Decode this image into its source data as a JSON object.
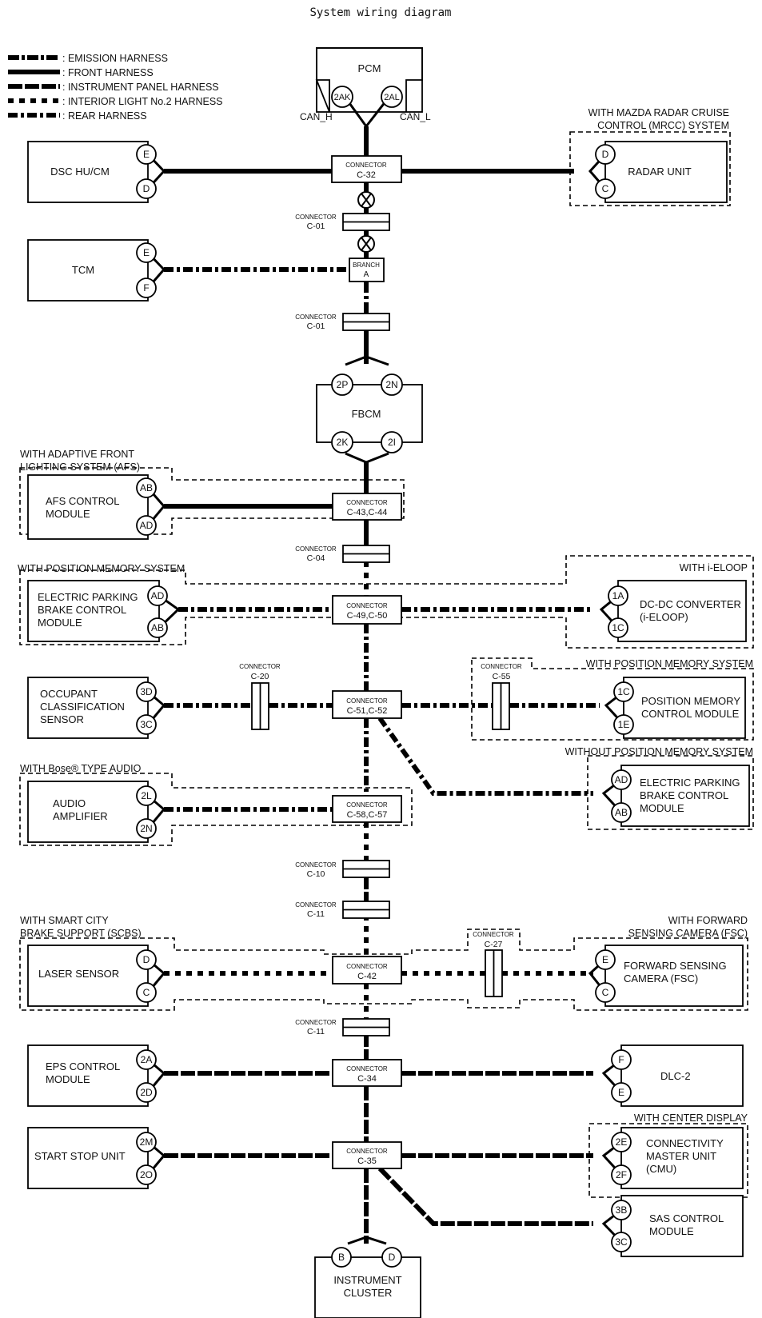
{
  "title": "System wiring diagram",
  "legend": [
    {
      "type": "emission",
      "label": ": EMISSION HARNESS"
    },
    {
      "type": "front",
      "label": ": FRONT HARNESS"
    },
    {
      "type": "instrument",
      "label": ": INSTRUMENT PANEL HARNESS"
    },
    {
      "type": "interior",
      "label": ": INTERIOR LIGHT No.2 HARNESS"
    },
    {
      "type": "rear",
      "label": ": REAR HARNESS"
    }
  ],
  "notes": {
    "mrcc_1": "WITH MAZDA RADAR CRUISE",
    "mrcc_2": "CONTROL (MRCC) SYSTEM",
    "afs_1": "WITH ADAPTIVE FRONT",
    "afs_2": "LIGHTING SYSTEM (AFS)",
    "pos_mem_left": "WITH POSITION MEMORY SYSTEM",
    "ieloop": "WITH i-ELOOP",
    "pos_mem_right": "WITH POSITION MEMORY SYSTEM",
    "without_pos_mem": "WITHOUT POSITION MEMORY SYSTEM",
    "bose": "WITH Bose® TYPE AUDIO",
    "scbs_1": "WITH SMART CITY",
    "scbs_2": "BRAKE SUPPORT (SCBS)",
    "fsc_1": "WITH FORWARD",
    "fsc_2": "SENSING CAMERA (FSC)",
    "center_display": "WITH CENTER DISPLAY"
  },
  "modules": {
    "pcm": "PCM",
    "dsc": "DSC HU/CM",
    "radar": "RADAR UNIT",
    "tcm": "TCM",
    "fbcm": "FBCM",
    "afs_1": "AFS CONTROL",
    "afs_2": "MODULE",
    "epb_1": "ELECTRIC PARKING",
    "epb_2": "BRAKE CONTROL",
    "epb_3": "MODULE",
    "dcdc_1": "DC-DC CONVERTER",
    "dcdc_2": "(i-ELOOP)",
    "ocs_1": "OCCUPANT",
    "ocs_2": "CLASSIFICATION",
    "ocs_3": "SENSOR",
    "pmcm_1": "POSITION MEMORY",
    "pmcm_2": "CONTROL MODULE",
    "epb2_1": "ELECTRIC PARKING",
    "epb2_2": "BRAKE CONTROL",
    "epb2_3": "MODULE",
    "amp_1": "AUDIO",
    "amp_2": "AMPLIFIER",
    "laser": "LASER SENSOR",
    "fsc_1": "FORWARD SENSING",
    "fsc_2": "CAMERA (FSC)",
    "eps_1": "EPS CONTROL",
    "eps_2": "MODULE",
    "dlc": "DLC-2",
    "ssu": "START STOP UNIT",
    "cmu_1": "CONNECTIVITY",
    "cmu_2": "MASTER UNIT",
    "cmu_3": "(CMU)",
    "sas_1": "SAS CONTROL",
    "sas_2": "MODULE",
    "ic_1": "INSTRUMENT",
    "ic_2": "CLUSTER"
  },
  "connectors": {
    "word": "CONNECTOR",
    "branch_word": "BRANCH",
    "branch_id": "A",
    "c32": "C-32",
    "c01": "C-01",
    "c4344": "C-43,C-44",
    "c04": "C-04",
    "c4950": "C-49,C-50",
    "c20": "C-20",
    "c55": "C-55",
    "c5152": "C-51,C-52",
    "c5857": "C-58,C-57",
    "c10": "C-10",
    "c11": "C-11",
    "c27": "C-27",
    "c42": "C-42",
    "c34": "C-34",
    "c35": "C-35"
  },
  "pins": {
    "pcm_h": "2AK",
    "pcm_l": "2AL",
    "can_h": "CAN_H",
    "can_l": "CAN_L",
    "dsc_1": "E",
    "dsc_2": "D",
    "radar_1": "D",
    "radar_2": "C",
    "tcm_1": "E",
    "tcm_2": "F",
    "fbcm_1": "2P",
    "fbcm_2": "2N",
    "fbcm_3": "2K",
    "fbcm_4": "2I",
    "afs_1": "AB",
    "afs_2": "AD",
    "epb_1": "AD",
    "epb_2": "AB",
    "dcdc_1": "1A",
    "dcdc_2": "1C",
    "ocs_1": "3D",
    "ocs_2": "3C",
    "pmcm_1": "1C",
    "pmcm_2": "1E",
    "epb2_1": "AD",
    "epb2_2": "AB",
    "amp_1": "2L",
    "amp_2": "2N",
    "laser_1": "D",
    "laser_2": "C",
    "fsc_1": "E",
    "fsc_2": "C",
    "eps_1": "2A",
    "eps_2": "2D",
    "dlc_1": "F",
    "dlc_2": "E",
    "ssu_1": "2M",
    "ssu_2": "2O",
    "cmu_1": "2E",
    "cmu_2": "2F",
    "sas_1": "3B",
    "sas_2": "3C",
    "ic_1": "B",
    "ic_2": "D"
  }
}
